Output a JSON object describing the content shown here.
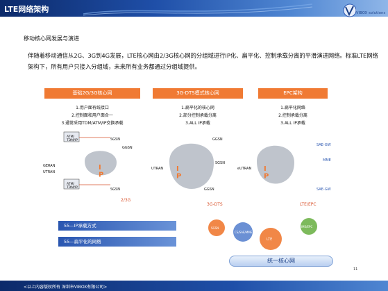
{
  "header": {
    "title": "LTE网络架构"
  },
  "logo": {
    "text": "VIBOX solutions"
  },
  "subtitle": "移动核心网发展与演进",
  "description": "伴随着移动通信从2G、3G到4G发展，LTE核心网由2/3G核心网的分组域进行IP化、扁平化、控制承载分离的平滑演进网络。标准LTE网络架构下，所有用户只接入分组域，未来所有业务都通过分组域提供。",
  "columns": [
    {
      "head": "基础2G/3G核心网",
      "items": [
        "1.用户面有线接口",
        "2.控制面和用户面合一",
        "3.通常采用TDM/ATM/IP交换承载"
      ]
    },
    {
      "head": "3G-DTS模式核心网",
      "items": [
        "1.扁平化的核心网",
        "2.部分控制承载分离",
        "3.ALL IP承载"
      ]
    },
    {
      "head": "EPC架构",
      "items": [
        "1.扁平化网络",
        "2.控制承载分离",
        "3.ALL IP承载"
      ]
    }
  ],
  "diagram": {
    "labels": {
      "atm_tdm_top": "ATM/\nTDM/IP",
      "sgsn_top": "SGSN",
      "ggsn_1": "GGSN",
      "geran": "GERAN",
      "utran_1": "UTRAN",
      "ip_1": "I\nP",
      "atm_tdm_bottom": "ATM/\nTDM/IP",
      "sgsn_bottom": "SGSN",
      "tag_1": "2/3G",
      "ggsn_2": "GGSN",
      "utran_2": "UTRAN",
      "ip_2": "I\nP",
      "sgsn_mid": "SGSN",
      "tag_2": "3G-DTS",
      "ggsn_3": "GGSN",
      "eutran": "eUTRAN",
      "ip_3": "I\nP",
      "saegw_top": "SAE-GW",
      "mme": "MME",
      "saegw_bottom": "SAE-GW",
      "tag_3": "LTE/EPC"
    },
    "colors": {
      "orange": "#f07a33",
      "blue": "#2a56b0",
      "cloud": "#aab0bb",
      "red": "#d9532c"
    }
  },
  "legend": {
    "item1": "55—IP承载方式",
    "item2": "55—扁平化的网络"
  },
  "bottom_art": {
    "left_circle": "SGSN",
    "mid_circle": "CS/SAE/MME",
    "right_circle": "IMS/EPC",
    "center_circle": "LTE"
  },
  "unified": "统一核心网",
  "page_number": "11",
  "footer": {
    "text": "<以上内容版权所有 深圳市VIBOX有限公司>"
  }
}
